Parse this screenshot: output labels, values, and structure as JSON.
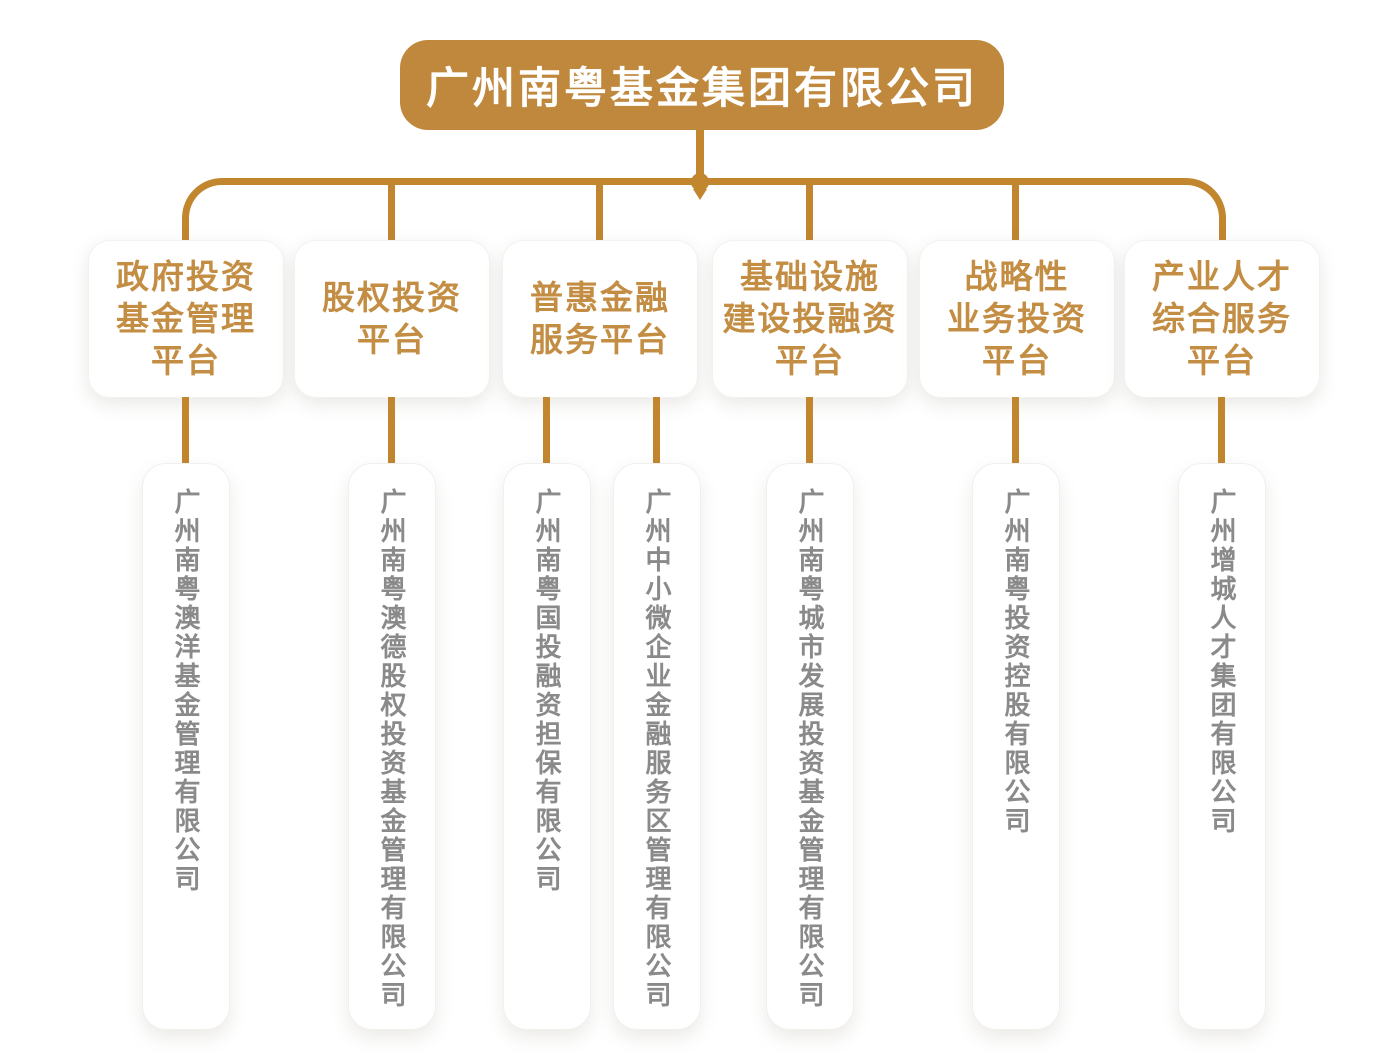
{
  "root": {
    "title": "广州南粤基金集团有限公司"
  },
  "colors": {
    "gold_box": "#c0883c",
    "connector_line": "#c2862f",
    "platform_text": "#c38e43",
    "company_text": "#8a8a8a",
    "background": "#ffffff"
  },
  "platforms": [
    {
      "label": "政府投资\n基金管理\n平台"
    },
    {
      "label": "股权投资\n平台"
    },
    {
      "label": "普惠金融\n服务平台"
    },
    {
      "label": "基础设施\n建设投融资\n平台"
    },
    {
      "label": "战略性\n业务投资\n平台"
    },
    {
      "label": "产业人才\n综合服务\n平台"
    }
  ],
  "companies": [
    {
      "name": "广州南粤澳洋基金管理有限公司",
      "parent_platform_index": 0
    },
    {
      "name": "广州南粤澳德股权投资基金管理有限公司",
      "parent_platform_index": 1
    },
    {
      "name": "广州南粤国投融资担保有限公司",
      "parent_platform_index": 2
    },
    {
      "name": "广州中小微企业金融服务区管理有限公司",
      "parent_platform_index": 2
    },
    {
      "name": "广州南粤城市发展投资基金管理有限公司",
      "parent_platform_index": 3
    },
    {
      "name": "广州南粤投资控股有限公司",
      "parent_platform_index": 4
    },
    {
      "name": "广州增城人才集团有限公司",
      "parent_platform_index": 5
    }
  ]
}
